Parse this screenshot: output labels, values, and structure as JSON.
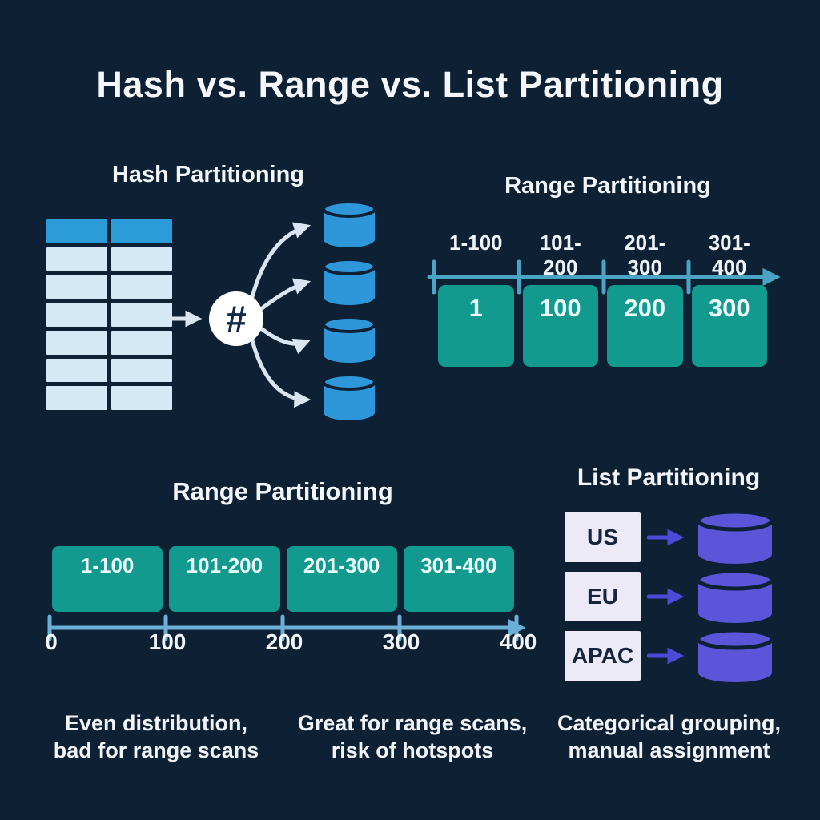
{
  "page": {
    "title": "Hash vs. Range vs. List Partitioning"
  },
  "hash": {
    "title": "Hash Partitioning",
    "symbol": "#",
    "table_rows": 7,
    "table_cols": 2,
    "shard_count": 4,
    "caption": {
      "line1": "Even distribution,",
      "line2": "bad for range scans"
    }
  },
  "range_top": {
    "title": "Range Partitioning",
    "labels": [
      "1-100",
      "101-200",
      "201-300",
      "301-400"
    ],
    "values": [
      "1",
      "100",
      "200",
      "300"
    ]
  },
  "range_mid": {
    "title": "Range Partitioning",
    "boxes": [
      "1-100",
      "101-200",
      "201-300",
      "301-400"
    ],
    "ticks": [
      "0",
      "100",
      "200",
      "300",
      "400"
    ],
    "caption": {
      "line1": "Great for range scans,",
      "line2": "risk of hotspots"
    }
  },
  "list": {
    "title": "List Partitioning",
    "items": [
      "US",
      "EU",
      "APAC"
    ],
    "shard_count": 3,
    "caption": {
      "line1": "Categorical grouping,",
      "line2": "manual assignment"
    }
  },
  "colors": {
    "background": "#0e2134",
    "table_header_blue": "#2b9cd8",
    "table_cell_blue": "#d5e8f5",
    "cylinder_blue": "#2d97da",
    "teal_box": "#139a8f",
    "axis_teal": "#4ba4c4",
    "axis_light_blue": "#6cb0d8",
    "indigo_arrow": "#4b4bd7",
    "indigo_cylinder": "#5a55d9",
    "list_box_lavender": "#eceaf6",
    "text_white": "#f3f6f9"
  }
}
